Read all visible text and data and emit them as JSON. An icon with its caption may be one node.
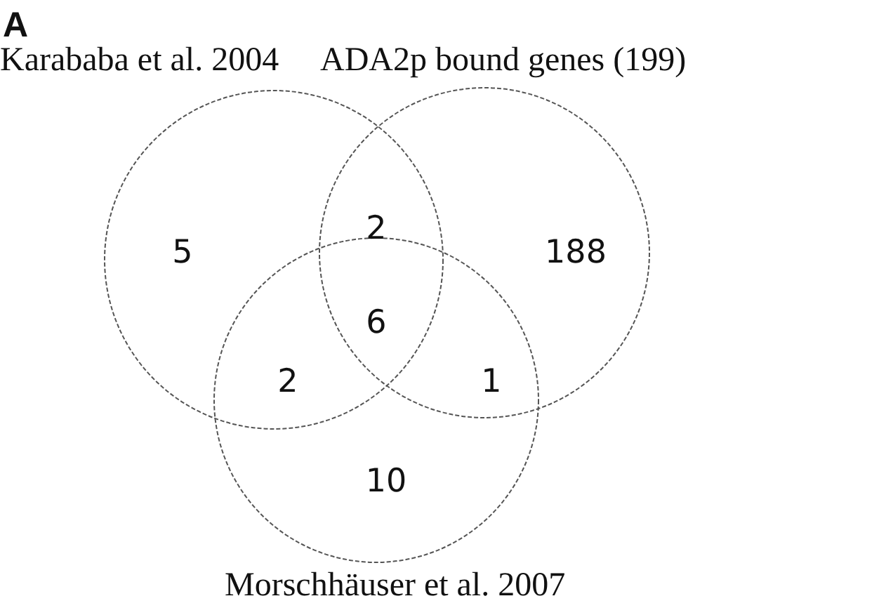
{
  "diagram": {
    "nodes": [
      {
        "text": [
          "Karababa et al. 2004"
        ]
      },
      {
        "text": [
          "ADA2p bound genes (199)"
        ]
      },
      {
        "text": [
          "Morschhäuser et al. 2007"
        ]
      }
    ],
    "labels": [
      "A",
      "5",
      "2",
      "188",
      "6",
      "2",
      "1",
      "10"
    ]
  }
}
